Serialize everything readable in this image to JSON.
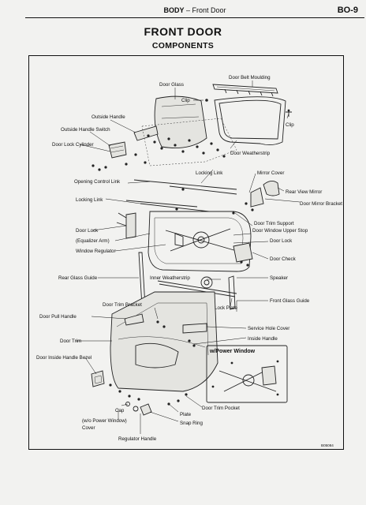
{
  "header": {
    "section": "BODY",
    "separator": "–",
    "subsection": "Front Door",
    "page_number": "BO-9"
  },
  "title": "FRONT DOOR",
  "subtitle": "COMPONENTS",
  "labels": {
    "door_belt_moulding": "Door Belt Moulding",
    "door_glass": "Door Glass",
    "clip_1": "Clip",
    "clip_2": "Clip",
    "outside_handle": "Outside Handle",
    "outside_handle_switch": "Outside Handle Switch",
    "door_lock_cylinder": "Door Lock Cylinder",
    "door_weatherstrip": "Door Weatherstrip",
    "locking_link_1": "Locking Link",
    "mirror_cover": "Mirror Cover",
    "opening_control_link": "Opening Control Link",
    "rear_view_mirror": "Rear View Mirror",
    "locking_link_2": "Locking Link",
    "door_mirror_bracket": "Door Mirror Bracket",
    "door_trim_support": "Door Trim Support",
    "door_lock_left": "Door Lock",
    "door_window_upper_stop": "Door Window Upper Stop",
    "equalizer_arm": "(Equalizer Arm)",
    "door_lock_right": "Door Lock",
    "window_regulator": "Window Regulator",
    "door_check": "Door Check",
    "rear_glass_guide": "Rear Glass Guide",
    "inner_weatherstrip": "Inner Weatherstrip",
    "speaker": "Speaker",
    "door_trim_bracket": "Door Trim Bracket",
    "lock_plate": "Lock Plate",
    "front_glass_guide": "Front Glass Guide",
    "door_pull_handle": "Door Pull Handle",
    "service_hole_cover": "Service Hole Cover",
    "door_trim": "Door Trim",
    "inside_handle": "Inside Handle",
    "power_window": "w/Power Window",
    "door_inside_handle_bezel": "Door Inside Handle Bezel",
    "door_trim_pocket": "Door Trim Pocket",
    "plate": "Plate",
    "cap": "Cap",
    "snap_ring": "Snap Ring",
    "wo_power_window": "(w/o Power Window)",
    "cover": "Cover",
    "regulator_handle": "Regulator Handle"
  },
  "figure_code": "B05084"
}
